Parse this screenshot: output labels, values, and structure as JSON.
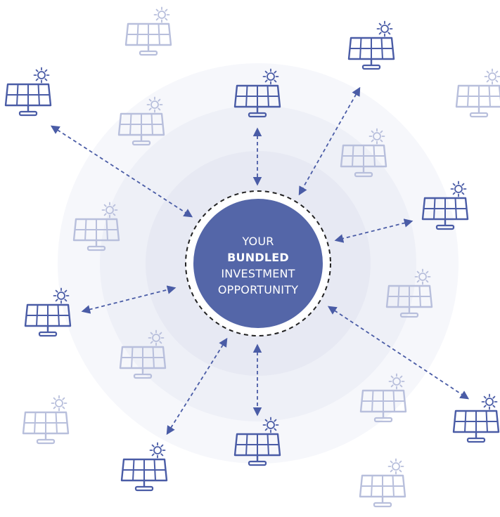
{
  "hub": {
    "line1": "YOUR",
    "line2": "BUNDLED",
    "line3": "INVESTMENT",
    "line4": "OPPORTUNITY"
  },
  "colors": {
    "accent": "#5466a8",
    "accent_dark": "#3f5296",
    "faded": "#b9c0dc",
    "ring": "#e9ebf4",
    "dashed_ring": "#222222"
  },
  "icons": {
    "panel": "solar-panel-icon",
    "sun": "sun-icon"
  }
}
